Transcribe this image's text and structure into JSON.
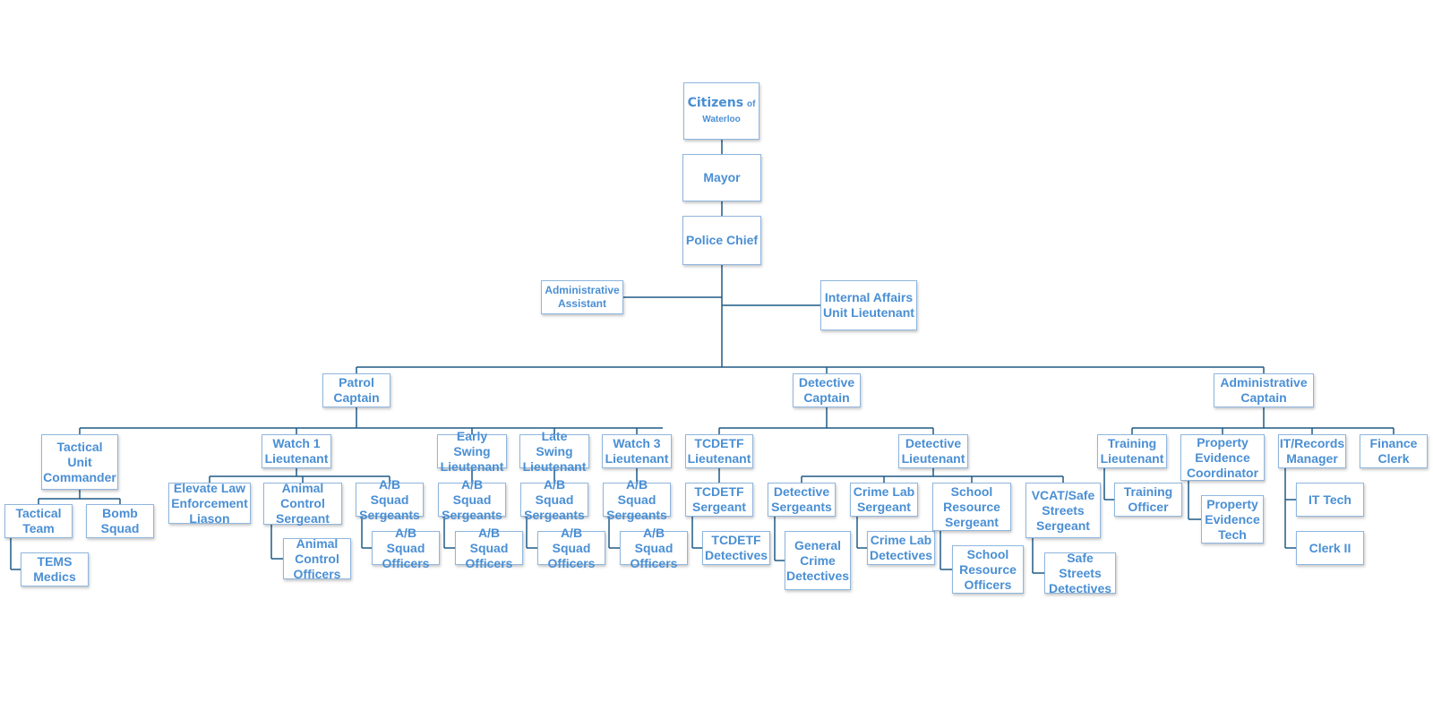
{
  "colors": {
    "text": "#4a8fd4",
    "border": "#8fb6de",
    "connector": "#1f5a86"
  },
  "top": {
    "main": "Citizens",
    "of": "of",
    "sub": "Waterloo"
  },
  "nodes": {
    "mayor": "Mayor",
    "chief": "Police Chief",
    "admin_assistant": "Administrative\nAssistant",
    "internal_affairs": "Internal Affairs\nUnit Lieutenant",
    "patrol_captain": "Patrol\nCaptain",
    "detective_captain": "Detective\nCaptain",
    "admin_captain": "Administrative\nCaptain",
    "tactical_commander": "Tactical Unit\nCommander",
    "tactical_team": "Tactical\nTeam",
    "bomb_squad": "Bomb\nSquad",
    "tems_medics": "TEMS\nMedics",
    "watch1_lt": "Watch 1\nLieutenant",
    "elevate": "Elevate Law\nEnforcement\nLiason",
    "animal_control_sgt": "Animal\nControl\nSergeant",
    "animal_control_officers": "Animal\nControl\nOfficers",
    "ab_sgt_1": "A/B Squad\nSergeants",
    "ab_off_1": "A/B Squad\nOfficers",
    "early_swing_lt": "Early Swing\nLieutenant",
    "ab_sgt_2": "A/B Squad\nSergeants",
    "ab_off_2": "A/B Squad\nOfficers",
    "late_swing_lt": "Late Swing\nLieutenant",
    "ab_sgt_3": "A/B Squad\nSergeants",
    "ab_off_3": "A/B Squad\nOfficers",
    "watch3_lt": "Watch 3\nLieutenant",
    "ab_sgt_4": "A/B Squad\nSergeants",
    "ab_off_4": "A/B Squad\nOfficers",
    "tcdetf_lt": "TCDETF\nLieutenant",
    "tcdetf_sgt": "TCDETF\nSergeant",
    "tcdetf_det": "TCDETF\nDetectives",
    "detective_lt": "Detective\nLieutenant",
    "detective_sgts": "Detective\nSergeants",
    "general_crime": "General\nCrime\nDetectives",
    "crime_lab_sgt": "Crime Lab\nSergeant",
    "crime_lab_det": "Crime Lab\nDetectives",
    "sro_sgt": "School\nResource\nSergeant",
    "sro_officers": "School\nResource\nOfficers",
    "vcat_sgt": "VCAT/Safe\nStreets\nSergeant",
    "safe_streets_det": "Safe Streets\nDetectives",
    "training_lt": "Training\nLieutenant",
    "training_officer": "Training\nOfficer",
    "property_coord": "Property\nEvidence\nCoordinator",
    "property_tech": "Property\nEvidence\nTech",
    "it_manager": "IT/Records\nManager",
    "it_tech": "IT Tech",
    "clerk2": "Clerk II",
    "finance_clerk": "Finance\nClerk"
  }
}
